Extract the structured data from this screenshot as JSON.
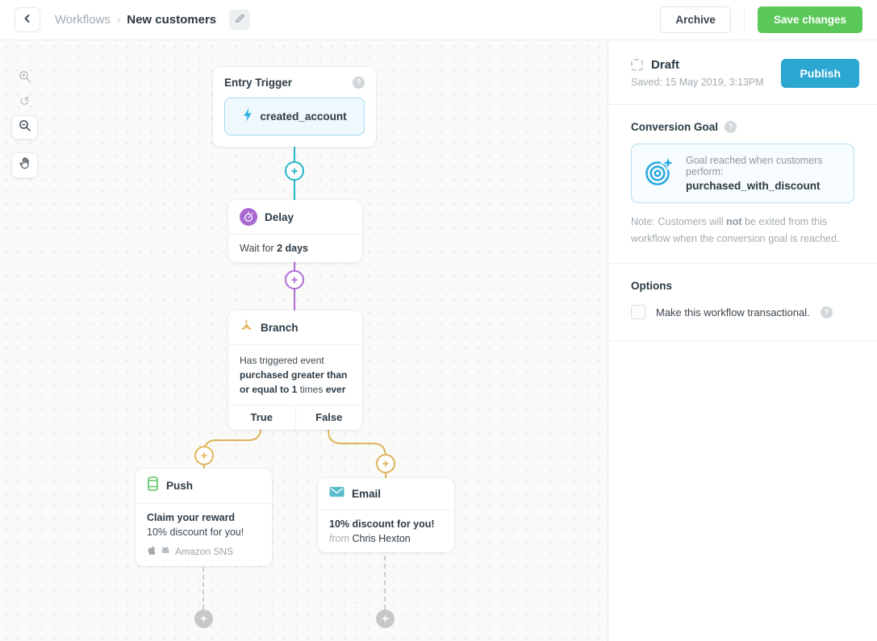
{
  "header": {
    "breadcrumb_root": "Workflows",
    "breadcrumb_sep": "›",
    "title": "New customers",
    "archive_label": "Archive",
    "save_label": "Save changes"
  },
  "icons": {
    "plus": "+",
    "help": "?",
    "undo": "↺"
  },
  "colors": {
    "save_green": "#5ac95a",
    "publish_cyan": "#2ba7d1",
    "teal_connector": "#25b5c8",
    "purple_connector": "#ad6cd6",
    "gold_connector": "#dfb45c",
    "trigger_blue": "#29b1e6"
  },
  "canvas": {
    "entry": {
      "title": "Entry Trigger",
      "event": "created_account"
    },
    "delay": {
      "title": "Delay",
      "body_prefix": "Wait for ",
      "body_bold": "2 days"
    },
    "branch": {
      "title": "Branch",
      "cond_normal1": "Has triggered event ",
      "cond_bold1": "purchased greater than or equal to 1",
      "cond_normal2": " times ",
      "cond_bold2": "ever",
      "true_label": "True",
      "false_label": "False"
    },
    "push": {
      "title": "Push",
      "line1": "Claim your reward",
      "line2": "10% discount for you!",
      "provider": "Amazon SNS"
    },
    "email": {
      "title": "Email",
      "subject": "10% discount for you!",
      "from_prefix": "from ",
      "from_name": "Chris Hexton"
    }
  },
  "panel": {
    "status": {
      "label": "Draft",
      "saved": "Saved: 15 May 2019, 3:13PM",
      "publish_label": "Publish"
    },
    "goal": {
      "title": "Conversion Goal",
      "description": "Goal reached when customers perform:",
      "event": "purchased_with_discount",
      "note_1": "Note: Customers will ",
      "note_bold": "not",
      "note_2": " be exited from this workflow when the conversion goal is reached."
    },
    "options": {
      "title": "Options",
      "transactional_label": "Make this workflow transactional."
    }
  }
}
